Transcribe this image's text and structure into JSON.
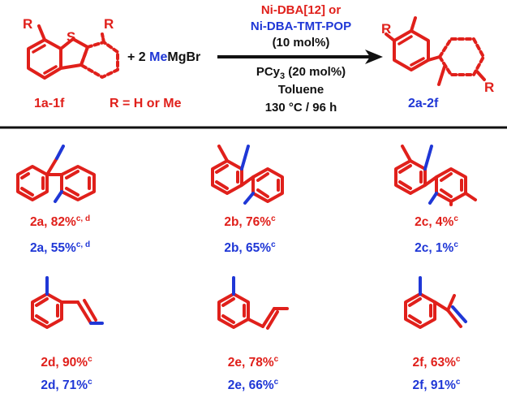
{
  "colors": {
    "red": "#e0201b",
    "blue": "#1f37d6",
    "black": "#111111"
  },
  "scheme": {
    "reactant_atom_S": "S",
    "reactant_r1": "R",
    "reactant_r2": "R",
    "product_r1": "R",
    "product_r2": "R",
    "plus_prefix": "+ 2 ",
    "reagent_me": "Me",
    "reagent_rest": "MgBr",
    "reactant_label": "1a-1f",
    "r_definition": "R = H or Me",
    "product_label": "2a-2f",
    "conditions": {
      "catalyst1": "Ni-DBA[12] or",
      "catalyst2": "Ni-DBA-TMT-POP",
      "loading": "(10 mol%)",
      "ligand_pre": "PCy",
      "ligand_sub": "3",
      "ligand_post": " (20 mol%)",
      "solvent": "Toluene",
      "temp_time": "130 °C / 96 h"
    }
  },
  "products": [
    {
      "id": "2a",
      "red_text": "2a, 82%",
      "red_sup": "c, d",
      "blue_text": "2a, 55%",
      "blue_sup": "c, d"
    },
    {
      "id": "2b",
      "red_text": "2b, 76%",
      "red_sup": "c",
      "blue_text": "2b, 65%",
      "blue_sup": "c"
    },
    {
      "id": "2c",
      "red_text": "2c, 4%",
      "red_sup": "c",
      "blue_text": "2c, 1%",
      "blue_sup": "c"
    },
    {
      "id": "2d",
      "red_text": "2d, 90%",
      "red_sup": "c",
      "blue_text": "2d, 71%",
      "blue_sup": "c"
    },
    {
      "id": "2e",
      "red_text": "2e, 78%",
      "red_sup": "c",
      "blue_text": "2e, 66%",
      "blue_sup": "c"
    },
    {
      "id": "2f",
      "red_text": "2f, 63%",
      "red_sup": "c",
      "blue_text": "2f, 91%",
      "blue_sup": "c"
    }
  ]
}
